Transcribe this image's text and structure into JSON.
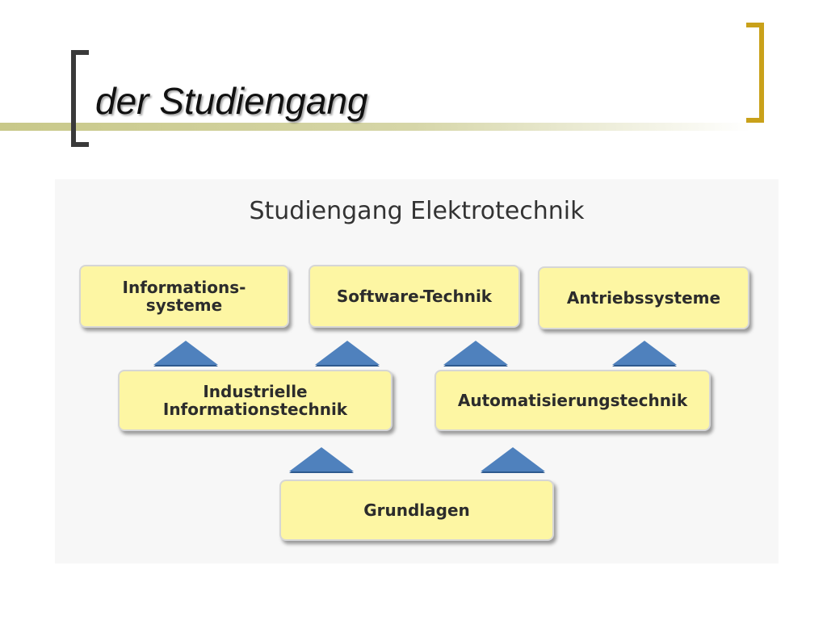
{
  "slide": {
    "title": "der Studiengang"
  },
  "figure": {
    "title": "Studiengang Elektrotechnik",
    "boxes": {
      "informationssysteme": {
        "line1": "Informations-",
        "line2": "systeme"
      },
      "software_technik": {
        "label": "Software-Technik"
      },
      "antriebssysteme": {
        "label": "Antriebssysteme"
      },
      "industrielle_informationstechnik": {
        "line1": "Industrielle",
        "line2": "Informationstechnik"
      },
      "automatisierungstechnik": {
        "label": "Automatisierungstechnik"
      },
      "grundlagen": {
        "label": "Grundlagen"
      }
    },
    "colors": {
      "box_fill": "#fdf6a3",
      "arrow_fill": "#4f81bd",
      "bracket_left": "#3a3a3a",
      "bracket_right": "#c9a11a"
    },
    "arrow_icon": "triangle-up-icon"
  }
}
